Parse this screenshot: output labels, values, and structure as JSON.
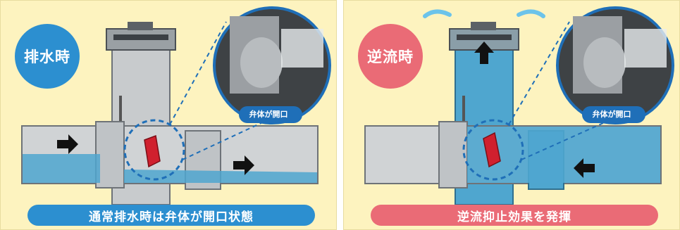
{
  "colors": {
    "background": "#fdf3bf",
    "drain_accent": "#2c8fd0",
    "backflow_accent": "#ea6b76",
    "water": "#4fa6cf",
    "pipe": "#c3c6c9",
    "pipe_dark": "#6e7378",
    "valve_flap": "#d0202e",
    "guide_line": "#1f6fb8"
  },
  "panels": [
    {
      "badge": "排水時",
      "valve_label": "弁体が開口",
      "caption": "通常排水時は弁体が開口状態",
      "flow_direction": "left-to-right",
      "water_in_riser": false,
      "icons": [
        "arrow-right-icon",
        "arrow-right-icon"
      ]
    },
    {
      "badge": "逆流時",
      "valve_label": "弁体が開口",
      "caption": "逆流抑止効果を発揮",
      "flow_direction": "right-to-left",
      "water_in_riser": true,
      "icons": [
        "arrow-left-icon",
        "arrow-up-icon",
        "air-vent-burst-icon"
      ]
    }
  ]
}
